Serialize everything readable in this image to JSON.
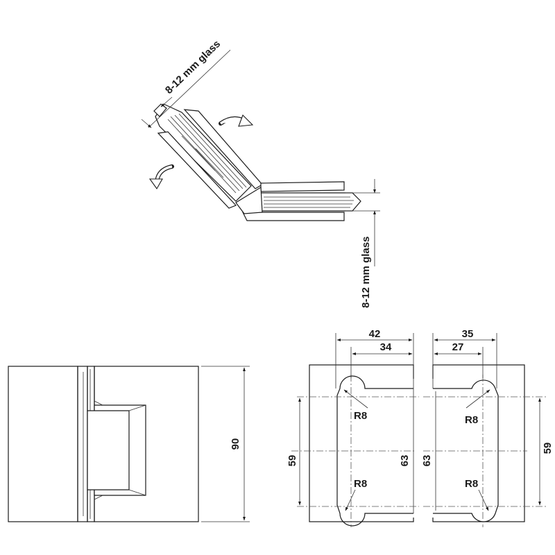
{
  "diagram": {
    "glass_label_top": "8-12 mm glass",
    "glass_label_side": "8-12 mm glass",
    "side_view": {
      "height": "90"
    },
    "left_plate": {
      "width_outer": "42",
      "width_inner": "34",
      "radius_top": "R8",
      "radius_bottom": "R8",
      "height_slot": "59",
      "height_plate": "63"
    },
    "right_plate": {
      "width_outer": "35",
      "width_inner": "27",
      "radius_top": "R8",
      "radius_bottom": "R8",
      "height_plate": "63",
      "height_slot": "59"
    },
    "colors": {
      "line": "#1a1a1a",
      "background": "#ffffff"
    }
  }
}
